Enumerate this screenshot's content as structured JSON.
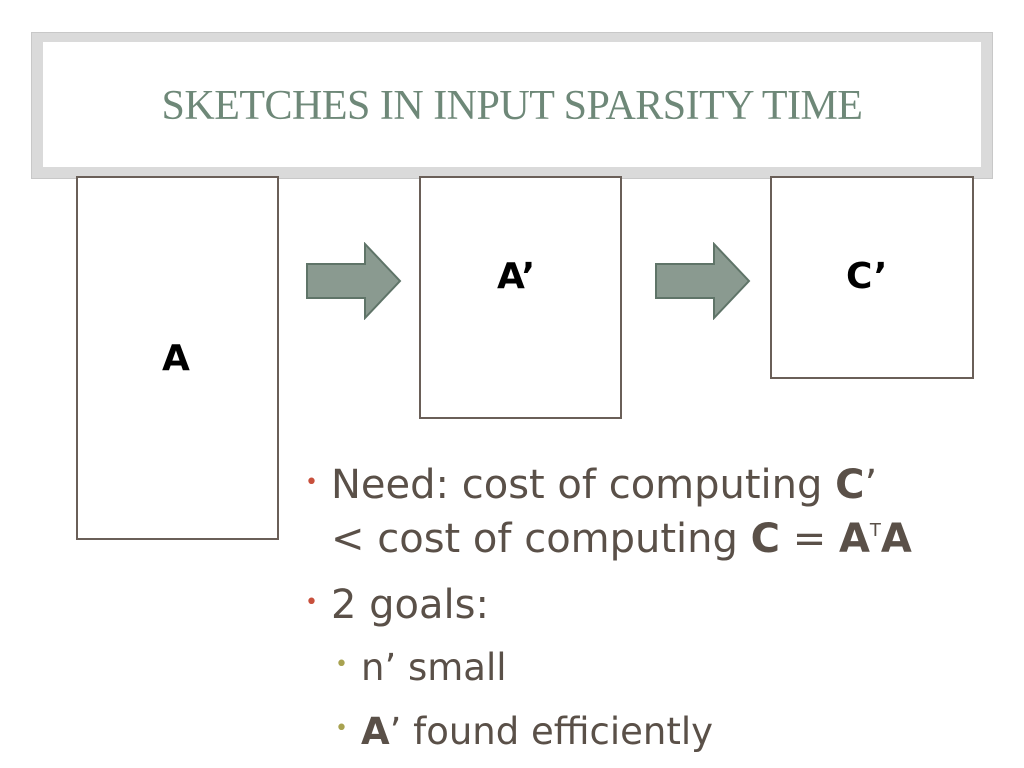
{
  "title": "SKETCHES IN INPUT SPARSITY TIME",
  "diagram": {
    "box_a_label": "A",
    "box_a_prime_label": "A’",
    "box_c_prime_label": "C’",
    "colors": {
      "title": "#6e8878",
      "arrow_fill": "#8a9a90",
      "arrow_stroke": "#5f7468",
      "box_border": "#6a5f58",
      "bullet_text": "#5a5048",
      "bullet_dot_level1": "#c8503c",
      "bullet_dot_level2": "#a8a250"
    },
    "icons": [
      "right-arrow-icon",
      "right-arrow-icon"
    ]
  },
  "bullets": {
    "need": {
      "prefix": "Need: cost of computing ",
      "c_prime_bold": "C",
      "c_prime_suffix": "’",
      "line2_prefix": "< cost of computing ",
      "c_bold": "C",
      "equals": " = ",
      "a_bold": "A",
      "transpose": "T",
      "a2_bold": "A"
    },
    "goals": {
      "label": "2 goals:",
      "items": [
        {
          "text": "n’ small"
        },
        {
          "bold": "A",
          "text": "’ found efficiently"
        }
      ]
    }
  }
}
